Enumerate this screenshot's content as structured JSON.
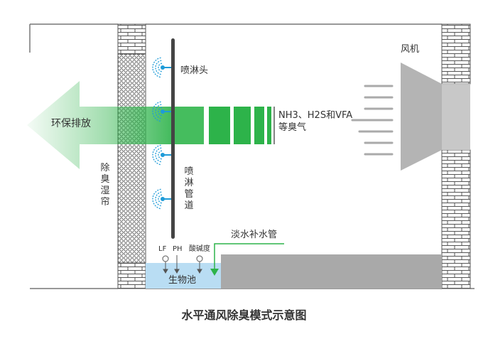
{
  "labels": {
    "nozzle": "喷淋头",
    "fan": "风机",
    "exhaust": "环保排放",
    "odor": [
      "NH3、H2S和VFA",
      "等臭气"
    ],
    "curtain": "除臭湿帘",
    "pipe": "喷淋管道",
    "water": "淡水补水管",
    "lf": "LF",
    "ph": "PH",
    "acidity": "酸碱度",
    "pool": "生物池"
  },
  "caption": "水平通风除臭模式示意图",
  "colors": {
    "accent_green": "#2db34a",
    "spray_blue": "#1e9bd8",
    "pool_blue": "#b9ddf3",
    "pipe_gray": "#444444",
    "wall_line": "#555555",
    "fan_gray": "#b4b4b4"
  }
}
